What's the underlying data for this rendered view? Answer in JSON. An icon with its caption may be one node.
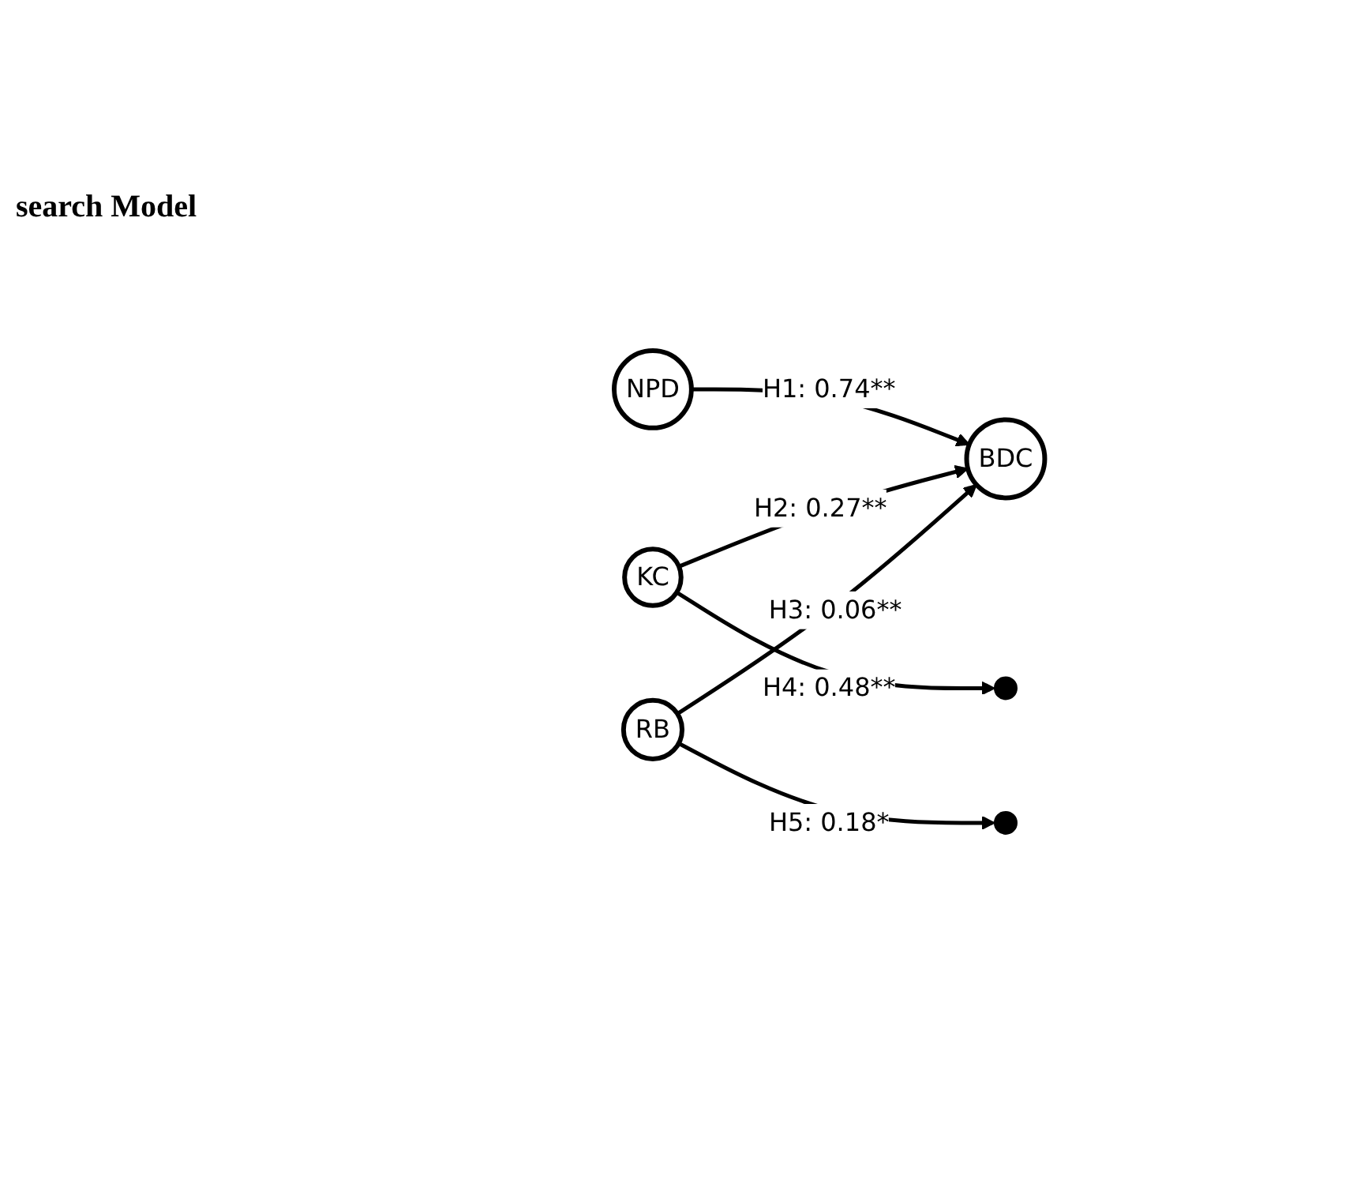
{
  "diagram": {
    "title": "search Model",
    "nodes": [
      {
        "text": [
          "KC"
        ]
      },
      {
        "text": [
          "NPD"
        ]
      },
      {
        "text": [
          "BDC"
        ]
      },
      {
        "text": [
          "RB"
        ]
      }
    ],
    "edges": [
      {
        "from": 1,
        "to": 2,
        "arrow": "to",
        "label": "H1: 0.74**"
      },
      {
        "from": 0,
        "to": 2,
        "arrow": "to",
        "label": "H2: 0.27**"
      },
      {
        "from": 3,
        "to": 2,
        "arrow": "to",
        "label": "H3: 0.06**"
      },
      {
        "from": 0,
        "to": null,
        "arrow": "to",
        "label": "H4: 0.48**"
      },
      {
        "from": 3,
        "to": null,
        "arrow": "to",
        "label": "H5: 0.18*"
      }
    ]
  }
}
